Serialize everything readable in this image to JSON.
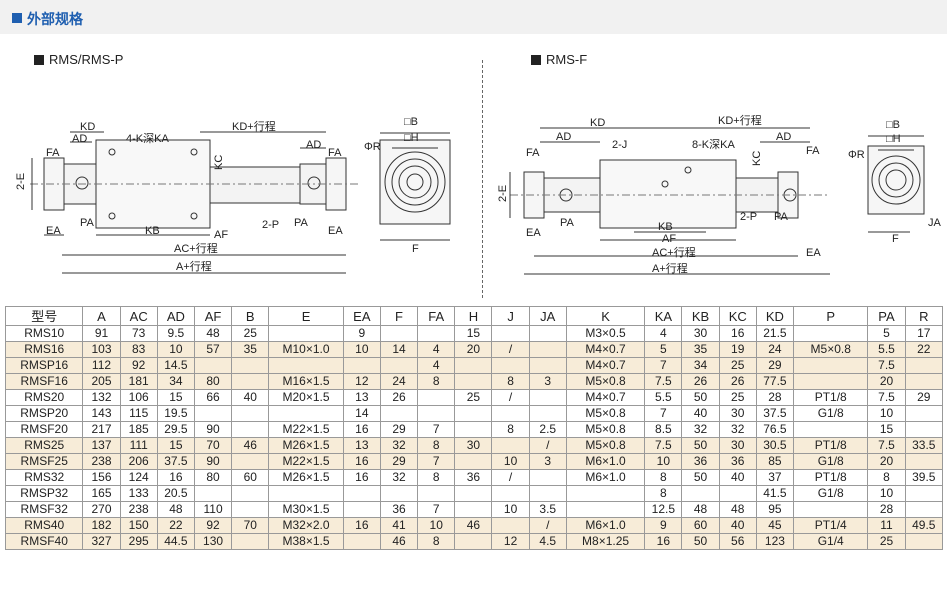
{
  "header": {
    "title": "外部规格"
  },
  "labels": {
    "left": "RMS/RMS-P",
    "right": "RMS-F"
  },
  "drawing": {
    "KD": "KD",
    "AD": "AD",
    "FA": "FA",
    "E2": "2-E",
    "EA": "EA",
    "PA": "PA",
    "K4": "4-K深KA",
    "KDstroke": "KD+行程",
    "KC": "KC",
    "KB": "KB",
    "AF": "AF",
    "P2": "2-P",
    "ACstroke": "AC+行程",
    "Astroke": "A+行程",
    "R": "ΦR",
    "B": "□B",
    "H": "□H",
    "F": "F",
    "J2": "2-J",
    "K8": "8-K深KA",
    "JA": "JA"
  },
  "table": {
    "headers": [
      "型号",
      "A",
      "AC",
      "AD",
      "AF",
      "B",
      "E",
      "EA",
      "F",
      "FA",
      "H",
      "J",
      "JA",
      "K",
      "KA",
      "KB",
      "KC",
      "KD",
      "P",
      "PA",
      "R"
    ],
    "rows": [
      [
        "RMS10",
        "91",
        "73",
        "9.5",
        "48",
        "25",
        "",
        "9",
        "",
        "",
        "15",
        "",
        "",
        "M3×0.5",
        "4",
        "30",
        "16",
        "21.5",
        "",
        "5",
        "17"
      ],
      [
        "RMS16",
        "103",
        "83",
        "10",
        "57",
        "35",
        "M10×1.0",
        "10",
        "14",
        "4",
        "20",
        "/",
        "",
        "M4×0.7",
        "5",
        "35",
        "19",
        "24",
        "M5×0.8",
        "5.5",
        "22"
      ],
      [
        "RMSP16",
        "112",
        "92",
        "14.5",
        "",
        "",
        "",
        "",
        "",
        "4",
        "",
        "",
        "",
        "M4×0.7",
        "7",
        "34",
        "25",
        "29",
        "",
        "7.5",
        ""
      ],
      [
        "RMSF16",
        "205",
        "181",
        "34",
        "80",
        "",
        "M16×1.5",
        "12",
        "24",
        "8",
        "",
        "8",
        "3",
        "M5×0.8",
        "7.5",
        "26",
        "26",
        "77.5",
        "",
        "20",
        ""
      ],
      [
        "RMS20",
        "132",
        "106",
        "15",
        "66",
        "40",
        "M20×1.5",
        "13",
        "26",
        "",
        "25",
        "/",
        "",
        "M4×0.7",
        "5.5",
        "50",
        "25",
        "28",
        "PT1/8",
        "7.5",
        "29"
      ],
      [
        "RMSP20",
        "143",
        "115",
        "19.5",
        "",
        "",
        "",
        "14",
        "",
        "",
        "",
        "",
        "",
        "M5×0.8",
        "7",
        "40",
        "30",
        "37.5",
        "G1/8",
        "10",
        ""
      ],
      [
        "RMSF20",
        "217",
        "185",
        "29.5",
        "90",
        "",
        "M22×1.5",
        "16",
        "29",
        "7",
        "",
        "8",
        "2.5",
        "M5×0.8",
        "8.5",
        "32",
        "32",
        "76.5",
        "",
        "15",
        ""
      ],
      [
        "RMS25",
        "137",
        "111",
        "15",
        "70",
        "46",
        "M26×1.5",
        "13",
        "32",
        "8",
        "30",
        "",
        "/",
        "M5×0.8",
        "7.5",
        "50",
        "30",
        "30.5",
        "PT1/8",
        "7.5",
        "33.5"
      ],
      [
        "RMSF25",
        "238",
        "206",
        "37.5",
        "90",
        "",
        "M22×1.5",
        "16",
        "29",
        "7",
        "",
        "10",
        "3",
        "M6×1.0",
        "10",
        "36",
        "36",
        "85",
        "G1/8",
        "20",
        ""
      ],
      [
        "RMS32",
        "156",
        "124",
        "16",
        "80",
        "60",
        "M26×1.5",
        "16",
        "32",
        "8",
        "36",
        "/",
        "",
        "M6×1.0",
        "8",
        "50",
        "40",
        "37",
        "PT1/8",
        "8",
        "39.5"
      ],
      [
        "RMSP32",
        "165",
        "133",
        "20.5",
        "",
        "",
        "",
        "",
        "",
        "",
        "",
        "",
        "",
        "",
        "8",
        "",
        "",
        "41.5",
        "G1/8",
        "10",
        ""
      ],
      [
        "RMSF32",
        "270",
        "238",
        "48",
        "110",
        "",
        "M30×1.5",
        "",
        "36",
        "7",
        "",
        "10",
        "3.5",
        "",
        "12.5",
        "48",
        "48",
        "95",
        "",
        "28",
        ""
      ],
      [
        "RMS40",
        "182",
        "150",
        "22",
        "92",
        "70",
        "M32×2.0",
        "16",
        "41",
        "10",
        "46",
        "",
        "/",
        "M6×1.0",
        "9",
        "60",
        "40",
        "45",
        "PT1/4",
        "11",
        "49.5"
      ],
      [
        "RMSF40",
        "327",
        "295",
        "44.5",
        "130",
        "",
        "M38×1.5",
        "",
        "46",
        "8",
        "",
        "12",
        "4.5",
        "M8×1.25",
        "16",
        "50",
        "56",
        "123",
        "G1/4",
        "25",
        ""
      ]
    ]
  }
}
